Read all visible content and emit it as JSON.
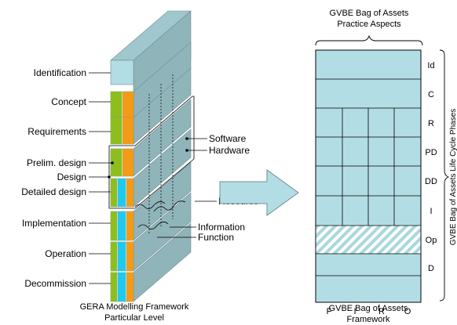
{
  "gera": {
    "phases": [
      "Identification",
      "Concept",
      "Requirements",
      "Prelim. design",
      "Design",
      "Detailed design",
      "Implementation",
      "Operation",
      "Decommission"
    ],
    "side_labels": [
      "Software",
      "Hardware",
      "Resource",
      "Information",
      "Function"
    ],
    "caption_line1": "GERA Modelling Framework",
    "caption_line2": "Particular Level"
  },
  "gvbe": {
    "top_title_line1": "GVBE Bag of Assets",
    "top_title_line2": "Practice Aspects",
    "row_labels": [
      "Id",
      "C",
      "R",
      "PD",
      "DD",
      "I",
      "Op",
      "D"
    ],
    "col_labels": [
      "F",
      "I",
      "R",
      "O"
    ],
    "side_title": "GVBE Bag of Assets Life Cycle Phases",
    "caption_line1": "GVBE Bag of Assets",
    "caption_line2": "Framework"
  },
  "colors": {
    "block_face": "#b3dde4",
    "block_top": "#9fc7cd",
    "block_side": "#8fb4ba",
    "green": "#8dbe1c",
    "orange": "#f39a16",
    "cyan": "#22c8ee",
    "arrow_fill": "#b3dde4",
    "grid_line": "#000000"
  }
}
